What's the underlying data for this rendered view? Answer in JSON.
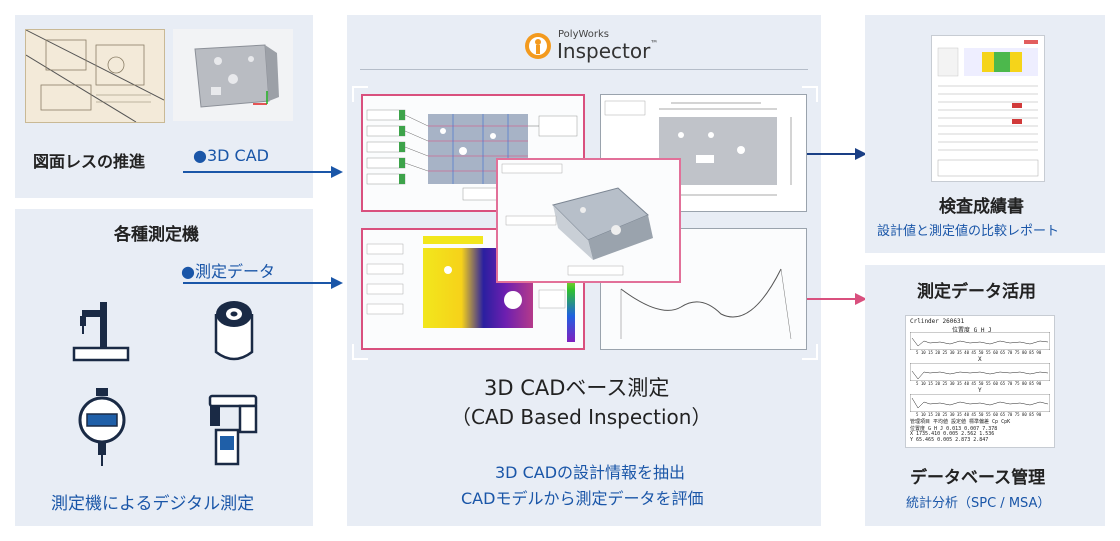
{
  "left": {
    "drawingless_label": "図面レスの推進",
    "cad_tag": "●3D CAD",
    "devices_title": "各種測定機",
    "measure_data_tag": "●測定データ",
    "digital_label": "測定機によるデジタル測定"
  },
  "center": {
    "logo_small": "PolyWorks",
    "logo_big": "Inspector",
    "logo_tm": "™",
    "title_line1": "3D CADベース測定",
    "title_line2": "（CAD Based Inspection）",
    "desc_line1": "3D CADの設計情報を抽出",
    "desc_line2": "CADモデルから測定データを評価"
  },
  "right": {
    "report_title": "検査成績書",
    "report_sub": "設計値と測定値の比較レポート",
    "usage_title": "測定データ活用",
    "db_title": "データベース管理",
    "db_sub": "統計分析（SPC / MSA）",
    "chart_header": "Crlinder 260631",
    "chart_rows": [
      "位置度 G H J",
      "X",
      "Y"
    ],
    "chart_axis": "5 10 15 20 25 30 35 40 45 50 55 60 65 70 75 80 85 90",
    "table_head": "管理項目   平均値 設定値 標準偏差   Cp   CpK",
    "table_rows": [
      "位置度 G H J       0.013          0.007   7.378",
      "X           1735.410          0.005 2.562 1.536",
      "Y             65.465          0.005 2.873 2.847"
    ]
  },
  "colors": {
    "panel_bg": "#e8edf5",
    "accent_blue": "#1a56a8",
    "accent_pink": "#d9507e",
    "logo_orange": "#f39a1e"
  }
}
